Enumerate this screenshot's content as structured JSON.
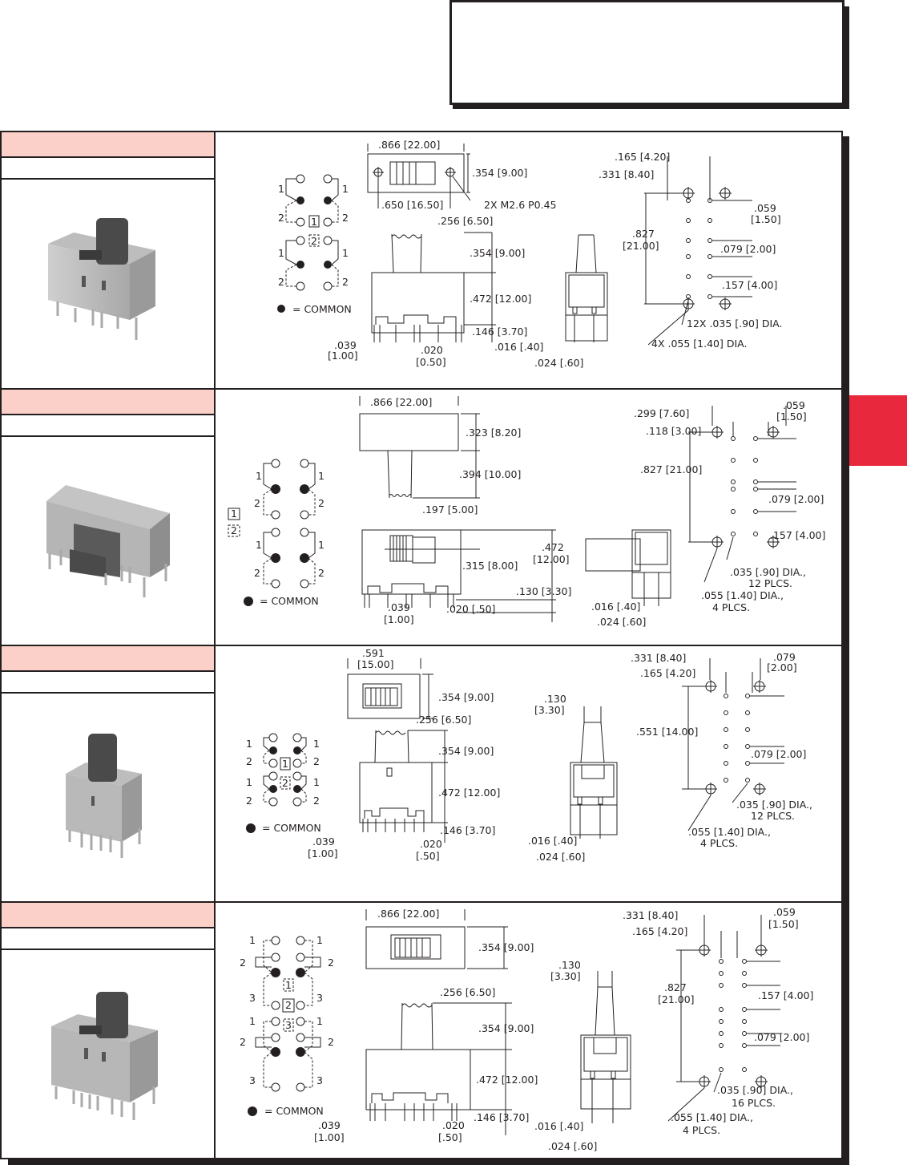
{
  "header_box": {
    "text": ""
  },
  "side_tab": {
    "color": "#e8283c"
  },
  "colors": {
    "label_bar": "#fbd0c8",
    "ink": "#231f20",
    "accent_tab": "#e8283c"
  },
  "common_legend": "= COMMON",
  "rows": [
    {
      "label": "",
      "sublabel": "",
      "photo": "vertical-slide-switch-photo",
      "schematic": {
        "positions": [
          "1",
          "2"
        ],
        "pole_labels": [
          "1",
          "2"
        ]
      },
      "top_view": {
        "width": ".866 [22.00]",
        "height": ".354 [9.00]",
        "mount_spacing": ".650 [16.50]",
        "mount_note": "2X M2.6 P0.45"
      },
      "front_view": {
        "actuator_width": ".256 [6.50]",
        "actuator_height": ".354 [9.00]",
        "body_height": ".472 [12.00]",
        "pin_length": ".146 [3.70]",
        "pin_offset": ".039",
        "pin_offset_mm": "[1.00]",
        "pin_width": ".020",
        "pin_width_mm": "[0.50]"
      },
      "side_view": {
        "pin_thickness": ".016 [.40]",
        "frame_thickness": ".024 [.60]"
      },
      "pcb_layout": {
        "col1": ".165 [4.20]",
        "col2": ".331 [8.40]",
        "row_span": ".827",
        "row_span_mm": "[21.00]",
        "offset": ".059",
        "offset_mm": "[1.50]",
        "pitch": ".079 [2.00]",
        "gap": ".157 [4.00]",
        "small_holes": "12X .035 [.90] DIA.",
        "large_holes": "4X .055 [1.40] DIA."
      }
    },
    {
      "label": "",
      "sublabel": "",
      "photo": "right-angle-slide-switch-photo",
      "schematic": {
        "positions": [
          "1",
          "2"
        ],
        "pole_labels": [
          "1",
          "2"
        ]
      },
      "top_view": {
        "width": ".866 [22.00]",
        "height": ".323 [8.20]",
        "actuator_length": ".394 [10.00]",
        "actuator_width": ".197 [5.00]"
      },
      "front_view": {
        "actuator_center": ".315 [8.00]",
        "body_height": ".472",
        "body_height_mm": "[12.00]",
        "pin_length": ".130 [3.30]",
        "pin_offset": ".039",
        "pin_offset_mm": "[1.00]",
        "pin_width": ".020 [.50]"
      },
      "side_view": {
        "pin_thickness": ".016 [.40]",
        "frame_thickness": ".024 [.60]"
      },
      "pcb_layout": {
        "col_span": ".299 [7.60]",
        "col1": ".118 [3.00]",
        "offset": ".059",
        "offset_mm": "[1.50]",
        "row_span": ".827 [21.00]",
        "pitch": ".079 [2.00]",
        "gap": ".157 [4.00]",
        "small_holes": ".035 [.90] DIA.,",
        "small_holes_count": "12 PLCS.",
        "large_holes": ".055 [1.40] DIA.,",
        "large_holes_count": "4 PLCS."
      }
    },
    {
      "label": "",
      "sublabel": "",
      "photo": "compact-vertical-slide-switch-photo",
      "schematic": {
        "positions": [
          "1",
          "2"
        ],
        "pole_labels": [
          "1",
          "2"
        ]
      },
      "top_view": {
        "width": ".591",
        "width_mm": "[15.00]",
        "height": ".354 [9.00]"
      },
      "front_view": {
        "actuator_width": ".256 [6.50]",
        "actuator_height": ".354 [9.00]",
        "body_height": ".472 [12.00]",
        "pin_length": ".146 [3.70]",
        "pin_offset": ".039",
        "pin_offset_mm": "[1.00]",
        "pin_width": ".020",
        "pin_width_mm": "[.50]"
      },
      "side_view": {
        "actuator_thickness": ".130",
        "actuator_thickness_mm": "[3.30]",
        "pin_thickness": ".016 [.40]",
        "frame_thickness": ".024 [.60]"
      },
      "pcb_layout": {
        "col2": ".331 [8.40]",
        "col1": ".165 [4.20]",
        "offset": ".079",
        "offset_mm": "[2.00]",
        "row_span": ".551 [14.00]",
        "pitch": ".079 [2.00]",
        "small_holes": ".035 [.90] DIA.,",
        "small_holes_count": "12 PLCS.",
        "large_holes": ".055 [1.40] DIA.,",
        "large_holes_count": "4 PLCS."
      }
    },
    {
      "label": "",
      "sublabel": "",
      "photo": "three-position-slide-switch-photo",
      "schematic": {
        "positions": [
          "1",
          "2",
          "3"
        ],
        "pole_labels": [
          "1",
          "2",
          "3"
        ]
      },
      "top_view": {
        "width": ".866 [22.00]",
        "height": ".354 [9.00]"
      },
      "front_view": {
        "actuator_width": ".256 [6.50]",
        "actuator_height": ".354 [9.00]",
        "body_height": ".472 [12.00]",
        "pin_length": ".146 [3.70]",
        "pin_offset": ".039",
        "pin_offset_mm": "[1.00]",
        "pin_width": ".020",
        "pin_width_mm": "[.50]"
      },
      "side_view": {
        "actuator_thickness": ".130",
        "actuator_thickness_mm": "[3.30]",
        "pin_thickness": ".016 [.40]",
        "frame_thickness": ".024 [.60]"
      },
      "pcb_layout": {
        "col2": ".331 [8.40]",
        "col1": ".165 [4.20]",
        "offset": ".059",
        "offset_mm": "[1.50]",
        "row_span": ".827",
        "row_span_mm": "[21.00]",
        "gap": ".157 [4.00]",
        "pitch": ".079 [2.00]",
        "small_holes": ".035 [.90] DIA.,",
        "small_holes_count": "16 PLCS.",
        "large_holes": ".055 [1.40] DIA.,",
        "large_holes_count": "4 PLCS."
      }
    }
  ]
}
